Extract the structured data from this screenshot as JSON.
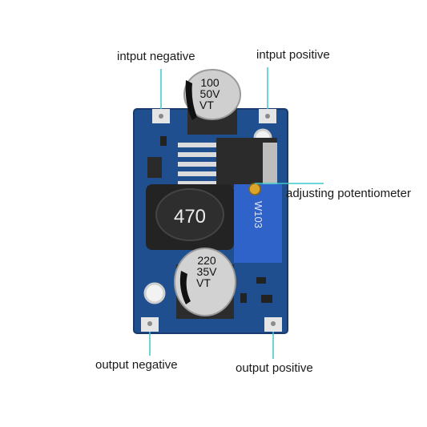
{
  "labels": {
    "input_negative": "intput negative",
    "input_positive": "intput positive",
    "adjusting_potentiometer": "adjusting potentiometer",
    "output_negative": "output negative",
    "output_positive": "output positive"
  },
  "components": {
    "input_capacitor": {
      "line1": "100",
      "line2": "50V",
      "line3": "VT"
    },
    "output_capacitor": {
      "line1": "220",
      "line2": "35V",
      "line3": "VT"
    },
    "inductor": "470",
    "potentiometer": "W103"
  },
  "colors": {
    "pcb": "#1f4f8f",
    "pointer": "#3ec9c9",
    "pad": "#e0e0e0",
    "pot": "#2f63c9"
  }
}
